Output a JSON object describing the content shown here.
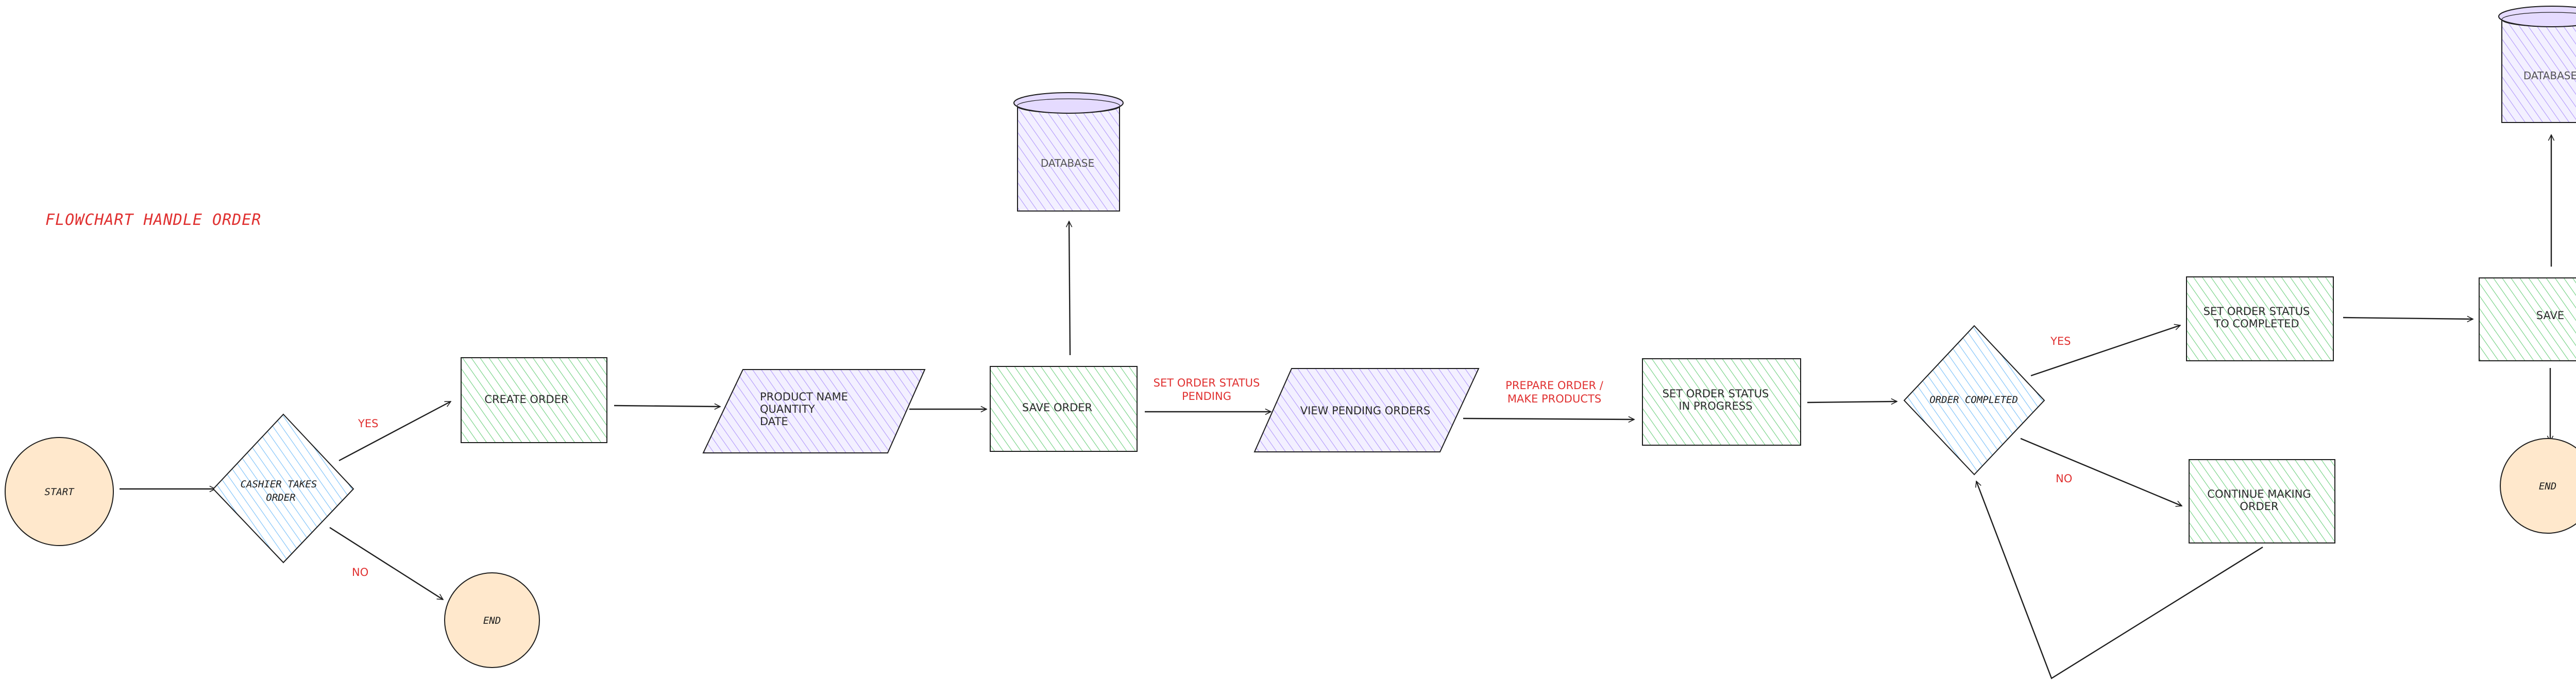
{
  "title": "FLOWCHART HANDLE ORDER",
  "colors": {
    "green_fill": "#b2f2bb",
    "purple_fill": "#d0bfff",
    "blue_fill": "#a5d8ff",
    "orange_fill": "#ffd8a8",
    "stroke": "#1e1e1e",
    "label_red": "#e03131"
  },
  "nodes": {
    "start": "START",
    "cashier_takes_order": [
      "CASHIER TAKES",
      "ORDER"
    ],
    "end_1": "END",
    "create_order": "CREATE ORDER",
    "product_input": [
      "PRODUCT NAME",
      "QUANTITY",
      "DATE"
    ],
    "save_order": "SAVE ORDER",
    "database_1": "DATABASE",
    "view_pending_orders": "VIEW PENDING ORDERS",
    "set_in_progress": [
      "SET ORDER STATUS",
      "IN PROGRESS"
    ],
    "order_completed": "ORDER COMPLETED",
    "set_completed": [
      "SET ORDER STATUS",
      "TO COMPLETED"
    ],
    "continue_making": [
      "CONTINUE MAKING",
      "ORDER"
    ],
    "save": "SAVE",
    "database_2": "DATABASE",
    "end_2": "END"
  },
  "edge_labels": {
    "yes_1": "YES",
    "no_1": "NO",
    "set_pending": [
      "SET ORDER STATUS",
      "PENDING"
    ],
    "prepare": [
      "PREPARE ORDER /",
      "MAKE PRODUCTS"
    ],
    "yes_2": "YES",
    "no_2": "NO"
  }
}
